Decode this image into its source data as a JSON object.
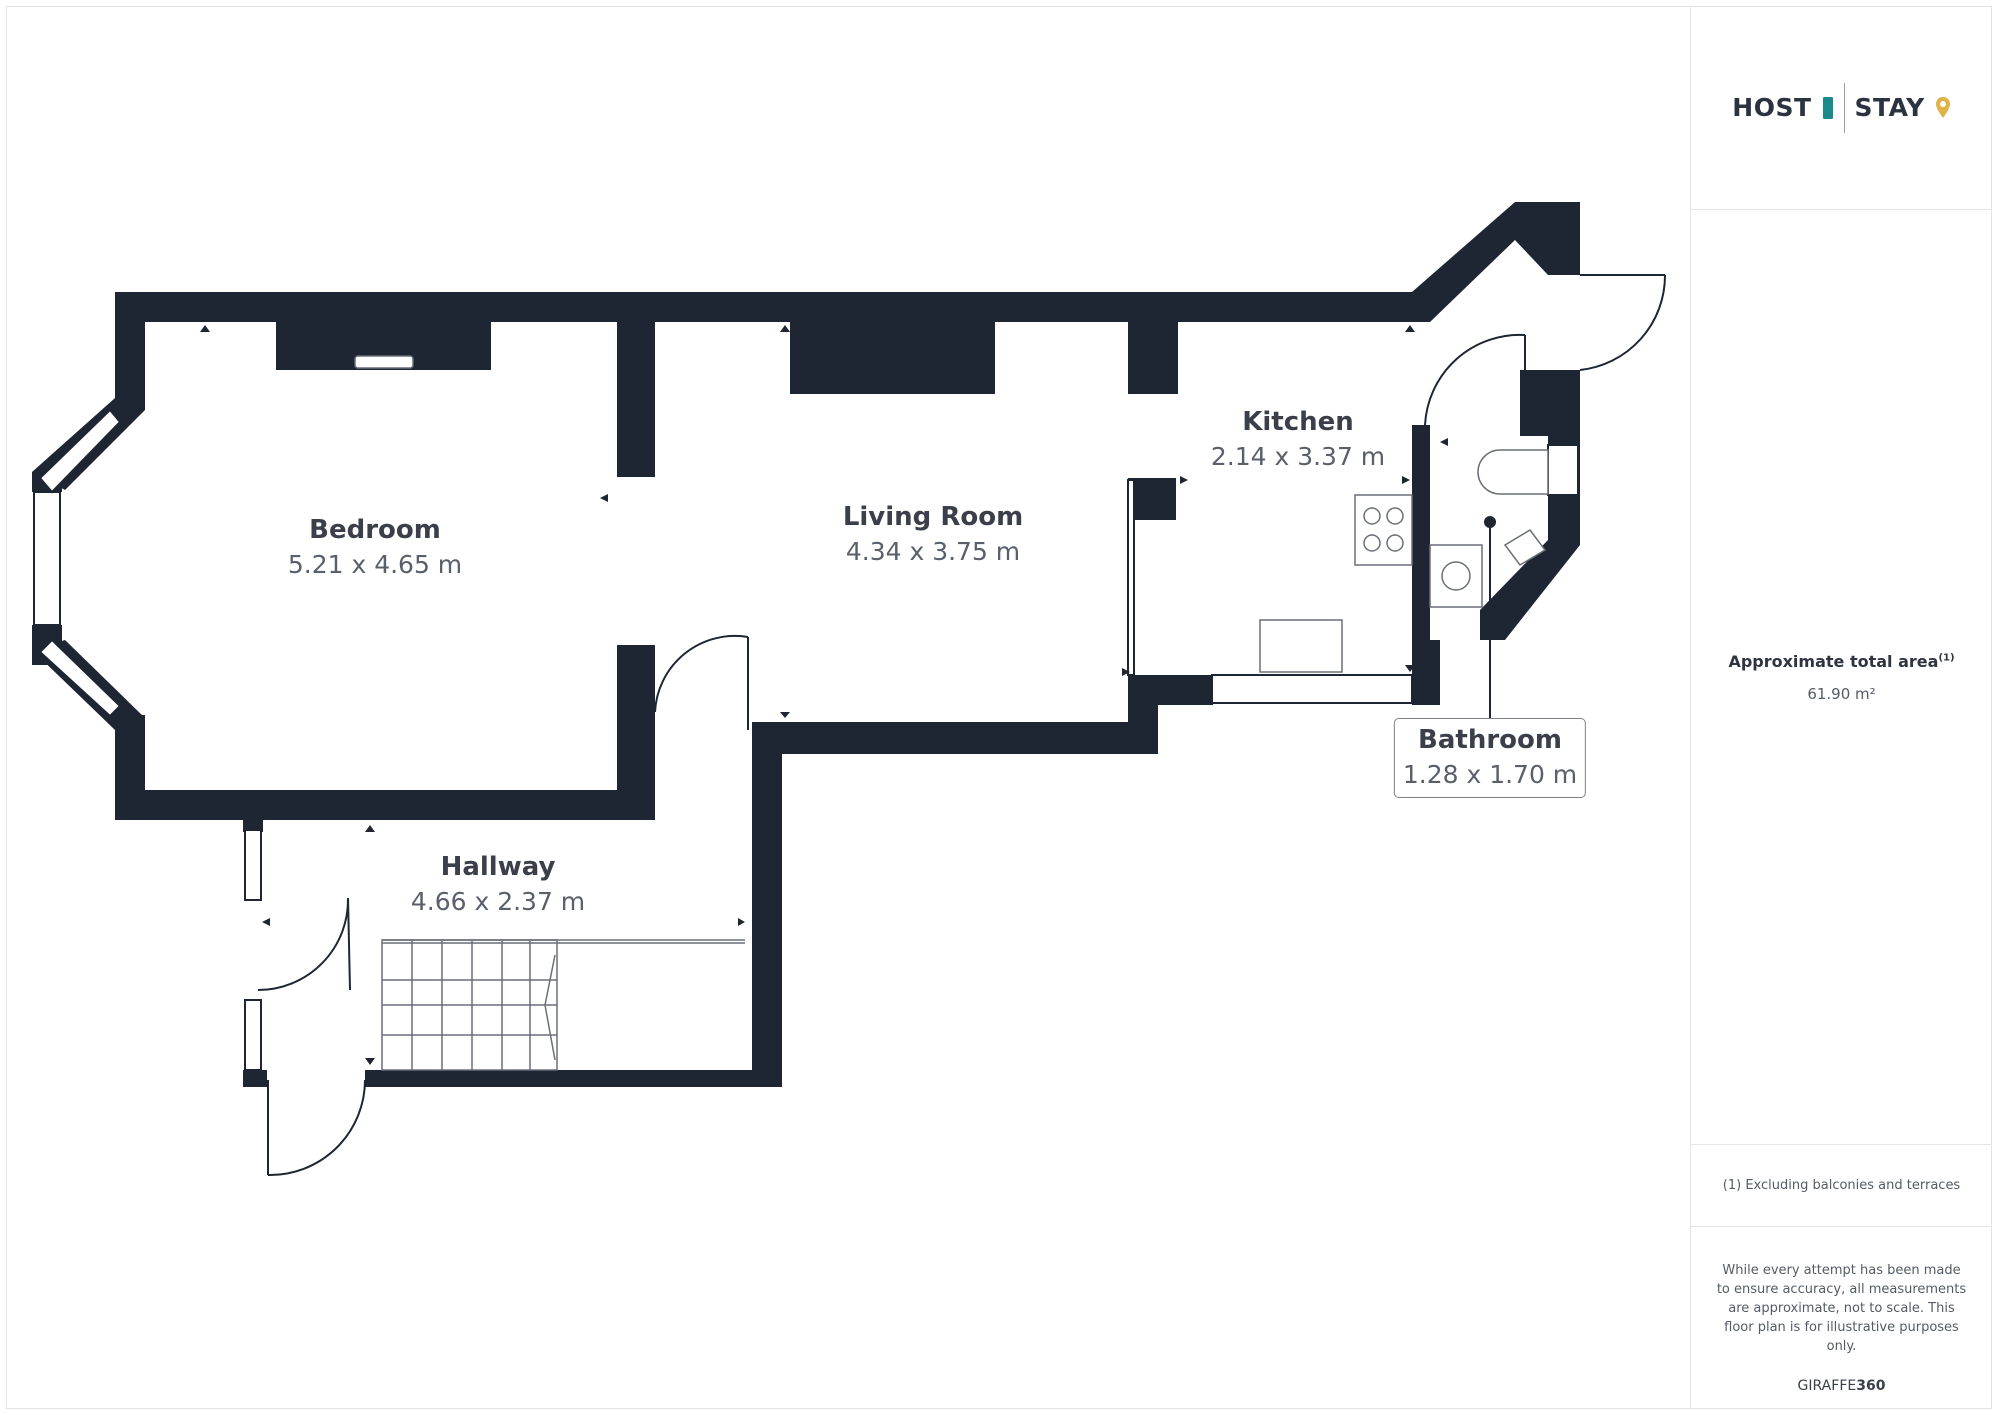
{
  "brand": {
    "logo_left": "HOST",
    "logo_right": "STAY",
    "accent_teal": "#1a8a8a",
    "accent_gold": "#e0b247",
    "wall_color": "#1e2633"
  },
  "rooms": [
    {
      "name": "Bedroom",
      "dims": "5.21 x 4.65 m"
    },
    {
      "name": "Living Room",
      "dims": "4.34 x 3.75 m"
    },
    {
      "name": "Kitchen",
      "dims": "2.14 x 3.37 m"
    },
    {
      "name": "Bathroom",
      "dims": "1.28 x 1.70 m"
    },
    {
      "name": "Hallway",
      "dims": "4.66 x 2.37 m"
    }
  ],
  "summary": {
    "area_title": "Approximate total area",
    "area_marker": "(1)",
    "area_value": "61.90 m²",
    "footnote": "(1) Excluding balconies and terraces",
    "disclaimer": "While every attempt has been made to ensure accuracy, all measurements are approximate, not to scale. This floor plan is for illustrative purposes only.",
    "credit_prefix": "GIRAFFE",
    "credit_suffix": "360"
  }
}
